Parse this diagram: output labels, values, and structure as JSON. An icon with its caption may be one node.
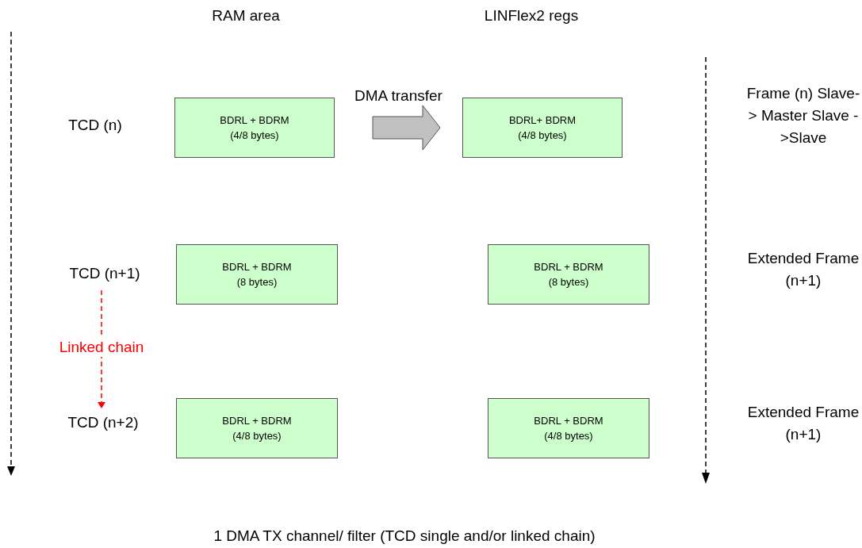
{
  "diagram": {
    "caption": "1 DMA TX channel/ filter (TCD single and/or linked chain)",
    "nodes": [
      {
        "text": [
          "BDRL + BDRM",
          "(4/8 bytes)"
        ]
      },
      {
        "text": [
          "BDRL+ BDRM",
          "(4/8 bytes)"
        ]
      },
      {
        "text": [
          "TCD (n+1)"
        ]
      },
      {
        "text": [
          "BDRL + BDRM",
          "(8 bytes)"
        ]
      },
      {
        "text": [
          "BDRL + BDRM",
          "(8 bytes)"
        ]
      },
      {
        "text": [
          "TCD (n+2)"
        ]
      },
      {
        "text": [
          "BDRL + BDRM",
          "(4/8 bytes)"
        ]
      },
      {
        "text": [
          "BDRL + BDRM",
          "(4/8 bytes)"
        ]
      }
    ],
    "edges": [
      {
        "from": 0,
        "to": 1,
        "arrow": "to",
        "label": "DMA transfer",
        "style": "thick"
      },
      {
        "from": 2,
        "to": 5,
        "arrow": "to",
        "label": "Linked chain",
        "style": "dashed",
        "color": "#ff0000"
      }
    ],
    "labels": [
      "RAM area",
      "LINFlex2 regs",
      "TCD (n)",
      "Frame (n) Slave-> Master Slave ->Slave",
      "Extended Frame (n+1)",
      "Extended Frame (n+1)"
    ]
  }
}
